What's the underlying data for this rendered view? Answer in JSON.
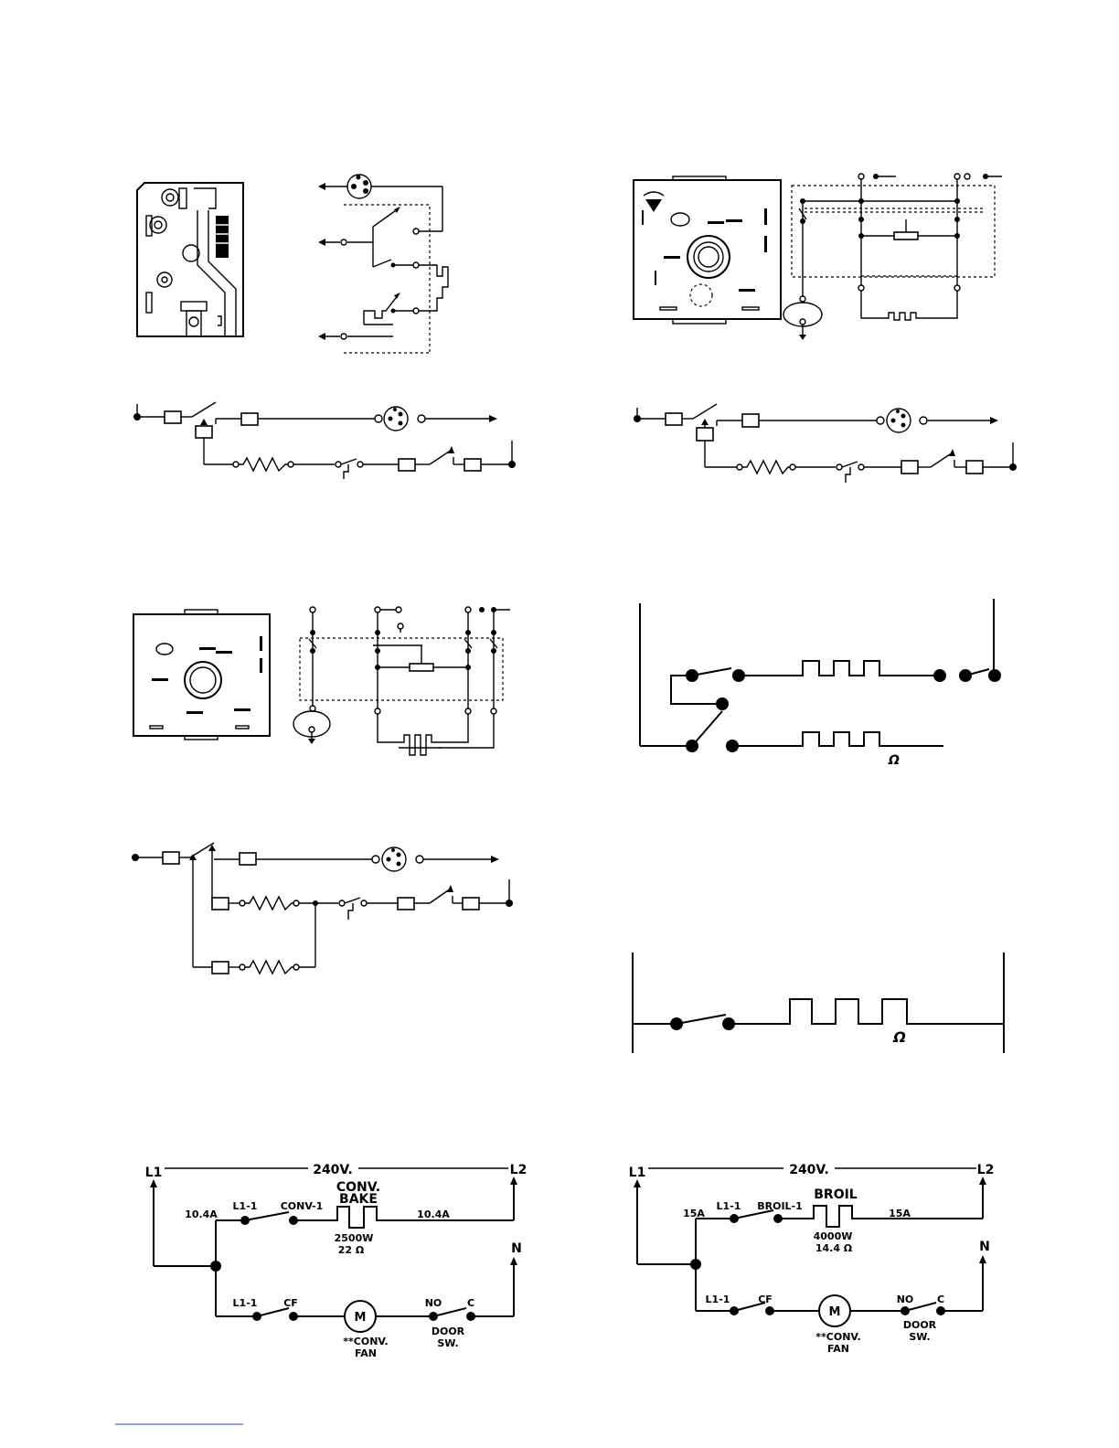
{
  "schematics": {
    "bake": {
      "l1": "L1",
      "l2": "L2",
      "voltage": "240V.",
      "current_left": "10.4A",
      "current_right": "10.4A",
      "switch_left": "L1-1",
      "switch_right": "CONV-1",
      "element_title_1": "CONV.",
      "element_title_2": "BAKE",
      "element_watts": "2500W",
      "element_ohms": "22 Ω",
      "fan_left": "L1-1",
      "fan_right": "CF",
      "motor": "M",
      "fan_label_1": "**CONV.",
      "fan_label_2": "FAN",
      "door_no": "NO",
      "door_c": "C",
      "door_label_1": "DOOR",
      "door_label_2": "SW.",
      "neutral": "N"
    },
    "broil": {
      "l1": "L1",
      "l2": "L2",
      "voltage": "240V.",
      "current_left": "15A",
      "current_right": "15A",
      "switch_left": "L1-1",
      "switch_right": "BROIL-1",
      "element_title": "BROIL",
      "element_watts": "4000W",
      "element_ohms": "14.4 Ω",
      "fan_left": "L1-1",
      "fan_right": "CF",
      "motor": "M",
      "fan_label_1": "**CONV.",
      "fan_label_2": "FAN",
      "door_no": "NO",
      "door_c": "C",
      "door_label_1": "DOOR",
      "door_label_2": "SW.",
      "neutral": "N"
    }
  },
  "ohm_symbols": {
    "upper": "Ω",
    "lower": "Ω"
  }
}
